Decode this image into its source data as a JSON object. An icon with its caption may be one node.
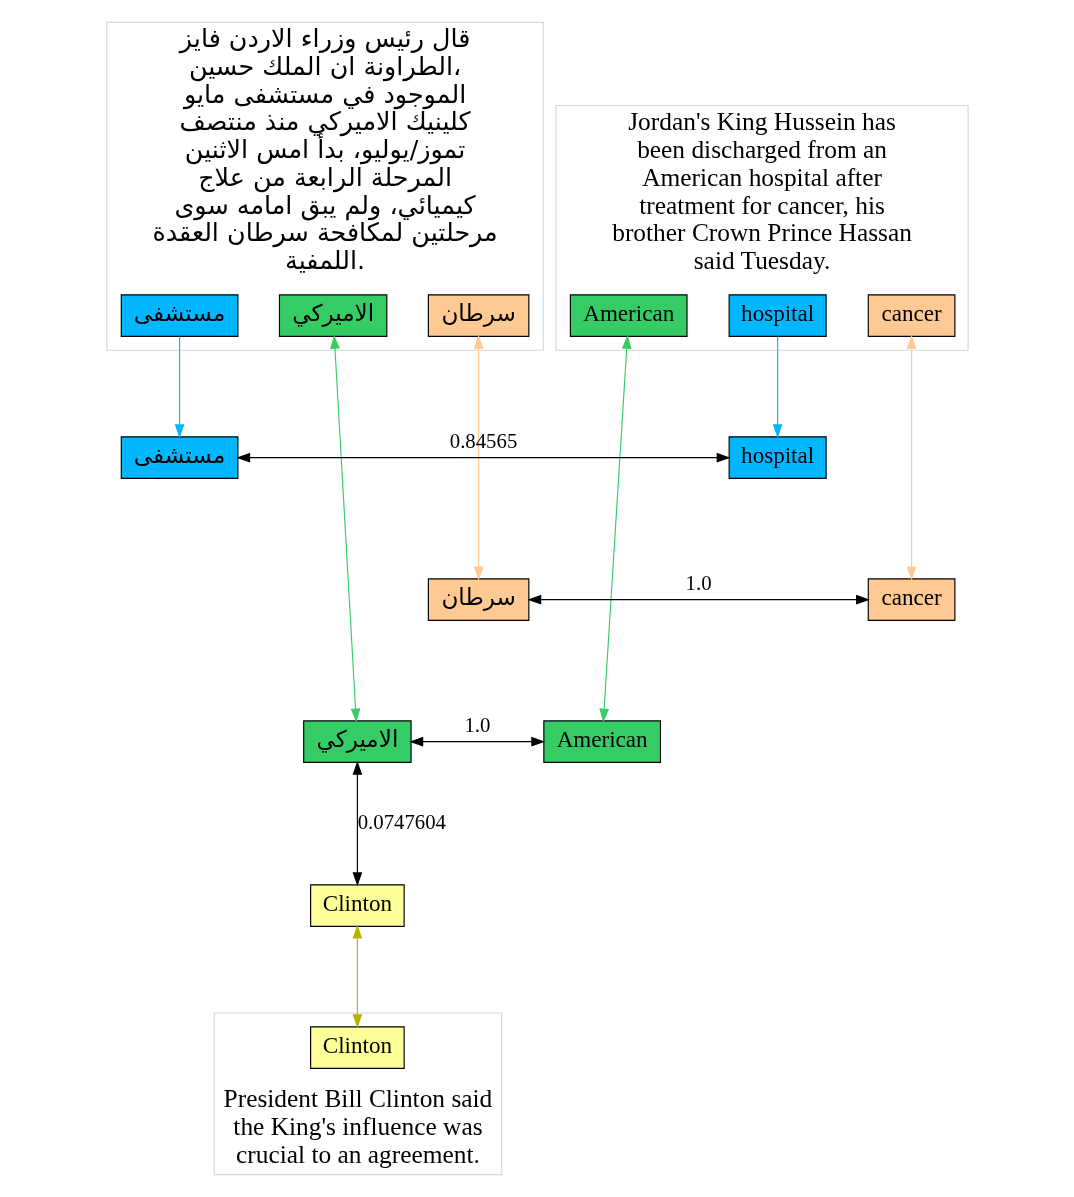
{
  "diagram": {
    "nodes": [
      {
        "text": [
          "قال رئيس وزراء الاردن فايز الطراونة ان الملك حسين، الموجود في مستشفى مايو كلينيك الاميركي منذ منتصف تموز/يوليو، بدأ امس الاثنين المرحلة الرابعة من علاج كيميائي، ولم يبق امامه سوى مرحلتين لمكافحة سرطان العقدة اللمفية."
        ]
      },
      {
        "text": [
          "مستشفى"
        ],
        "in": 0
      },
      {
        "text": [
          "الاميركي"
        ],
        "in": 0
      },
      {
        "text": [
          "سرطان"
        ],
        "in": 0
      },
      {
        "text": [
          "Jordan's King Hussein has been discharged from an American hospital after treatment for cancer, his brother Crown Prince Hassan said Tuesday."
        ]
      },
      {
        "text": [
          "American"
        ],
        "in": 4
      },
      {
        "text": [
          "hospital"
        ],
        "in": 4
      },
      {
        "text": [
          "cancer"
        ],
        "in": 4
      },
      {
        "text": [
          "مستشفى"
        ]
      },
      {
        "text": [
          "hospital"
        ]
      },
      {
        "text": [
          "سرطان"
        ]
      },
      {
        "text": [
          "cancer"
        ]
      },
      {
        "text": [
          "الاميركي"
        ]
      },
      {
        "text": [
          "American"
        ]
      },
      {
        "text": [
          "Clinton"
        ]
      },
      {
        "text": [
          "President Bill Clinton said the King's influence was crucial to an agreement."
        ]
      },
      {
        "text": [
          "Clinton"
        ],
        "in": 15
      }
    ],
    "edges": [
      {
        "from": 8,
        "to": 9,
        "arrow": "both",
        "label": "0.84565"
      },
      {
        "from": 10,
        "to": 11,
        "arrow": "both",
        "label": "1.0"
      },
      {
        "from": 12,
        "to": 13,
        "arrow": "both",
        "label": "1.0"
      },
      {
        "from": 12,
        "to": 14,
        "arrow": "both",
        "label": "0.0747604"
      },
      {
        "from": 1,
        "to": 8,
        "arrow": "to",
        "color": "#00b7ff"
      },
      {
        "from": 3,
        "to": 10,
        "arrow": "both",
        "color": "#ffc994"
      },
      {
        "from": 2,
        "to": 12,
        "arrow": "both",
        "color": "#35cc66"
      },
      {
        "from": 5,
        "to": 13,
        "arrow": "both",
        "color": "#35cc66"
      },
      {
        "from": 6,
        "to": 9,
        "arrow": "to",
        "color": "#00b7ff"
      },
      {
        "from": 7,
        "to": 11,
        "arrow": "both",
        "color": "#ffc994"
      },
      {
        "from": 14,
        "to": 16,
        "arrow": "both",
        "color": "#b5b500"
      }
    ]
  }
}
